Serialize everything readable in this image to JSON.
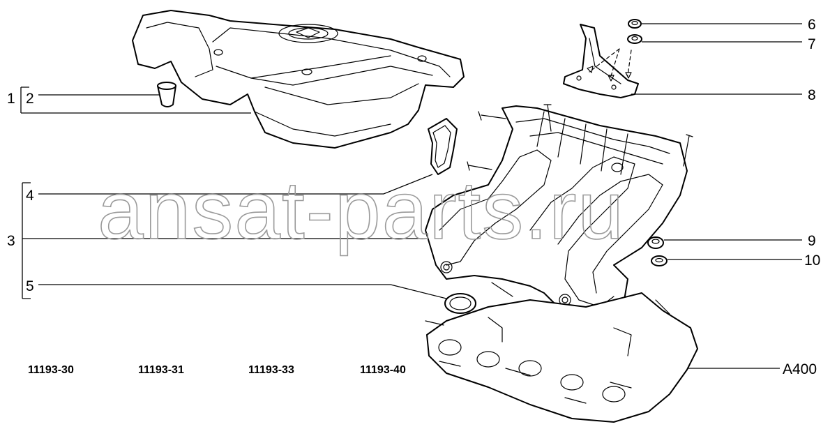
{
  "diagram": {
    "callouts": [
      "1",
      "2",
      "3",
      "4",
      "5",
      "6",
      "7",
      "8",
      "9",
      "10"
    ],
    "model_codes": [
      "11193-30",
      "11193-31",
      "11193-33",
      "11193-40"
    ],
    "reference_code": "A400",
    "watermark": "ansat-parts.ru"
  }
}
